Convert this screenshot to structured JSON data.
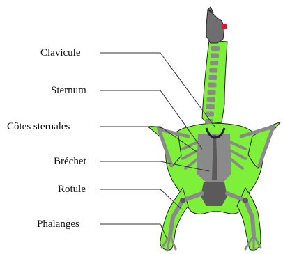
{
  "labels": [
    {
      "key": "clavicule",
      "text": "Clavicule"
    },
    {
      "key": "sternum",
      "text": "Sternum"
    },
    {
      "key": "cotes",
      "text": "Côtes sternales"
    },
    {
      "key": "brechet",
      "text": "Bréchet"
    },
    {
      "key": "rotule",
      "text": "Rotule"
    },
    {
      "key": "phalanges",
      "text": "Phalanges"
    }
  ],
  "colors": {
    "body_fill": "#7ff03a",
    "body_outline": "#222222",
    "bone": "#8a8a8a",
    "bone_dark": "#5a5a5a",
    "skull": "#6e6e6e",
    "crest": "#e8102a",
    "leader": "#333333"
  }
}
